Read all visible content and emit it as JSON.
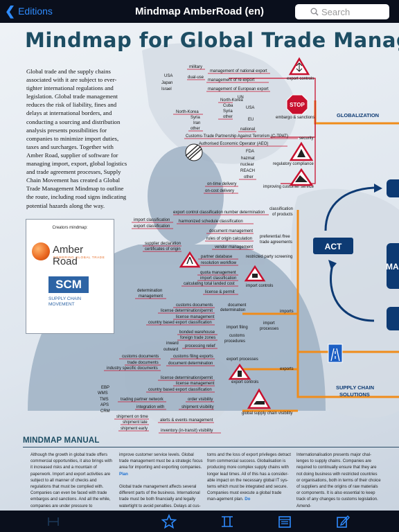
{
  "nav": {
    "back_label": "Editions",
    "title": "Mindmap AmberRoad (en)",
    "search_placeholder": "Search"
  },
  "page": {
    "title": "Mindmap for Global Trade Management",
    "intro": "Global trade and the supply chains associated with it are subject to ever-tighter international regulations and legislation. Global trade management reduces the risk of liability, fines and delays at international borders, and conducting a sourcing and distribution analysis presents possibilities for companies to minimize import duties, taxes and surcharges. Together with Amber Road, supplier of software for managing import, export, global logistics and trade agreement processes, Supply Chain Movement has created a Global Trade Management Mindmap to outline the route, including road signs indicating potential hazards along the way.",
    "creators": {
      "label": "Creators mindmap:",
      "amber_name": "Amber Road",
      "amber_tagline": "POWERING GLOBAL TRADE",
      "scm_abbrev": "SCM",
      "scm_line1": "SUPPLY CHAIN",
      "scm_line2": "MOVEMENT"
    }
  },
  "colors": {
    "orange": "#f08c1a",
    "red": "#c8102e",
    "navy": "#0d3a73",
    "title": "#1d4d63"
  },
  "mindmap": {
    "sections": {
      "globalization": "GLOBALIZATION",
      "supply_chain_line1": "SUPPLY CHAIN",
      "supply_chain_line2": "SOLUTIONS",
      "act": "ACT",
      "right_cut": "MA"
    },
    "export_controls_top": {
      "countries": [
        "USA",
        "Japan",
        "Israel"
      ],
      "items": [
        "military",
        "dual-use",
        "management of national export",
        "management of re-export",
        "management of European export"
      ],
      "sign_label": "export controls"
    },
    "embargo": {
      "bodies": [
        "UN",
        "USA",
        "EU"
      ],
      "countries": [
        "North-Korea",
        "Cuba",
        "Syria",
        "other"
      ],
      "countries_left": [
        "North-Korea",
        "Syria",
        "Iran",
        "other"
      ],
      "national": "national",
      "sign_text": "STOP",
      "sign_label": "embargo & sanctions"
    },
    "security": {
      "label": "security",
      "items": [
        "Customs-Trade Partnership Against Terrorism (C-TPAT)",
        "Authorised Economic Operator (AEO)"
      ]
    },
    "regulatory": {
      "items": [
        "FDA",
        "hazmat",
        "nuclear",
        "REACH",
        "other"
      ],
      "sign_label": "regulatory compliance"
    },
    "service": {
      "items": [
        "on-time delivery",
        "on-cost delivery"
      ],
      "sign_label": "improving customer service"
    },
    "classification": {
      "label_line1": "classification",
      "label_line2": "of products",
      "items": [
        "export control classification number determination",
        "import classification",
        "export classification",
        "harmonized schedule classification"
      ]
    },
    "trade_agreements": {
      "label_line1": "preferential /free",
      "label_line2": "trade agreements",
      "items": [
        "document management",
        "rules of origin calculation",
        "vendor management",
        "supplier declaration",
        "certificates of origin"
      ]
    },
    "screening": {
      "label": "restricted party screening",
      "items": [
        "partner database",
        "resolution workflow"
      ]
    },
    "import_controls": {
      "sign_label": "import controls",
      "items": [
        "quota management",
        "import classification",
        "calculating total landed cost",
        "license & permit"
      ]
    },
    "imports": {
      "label": "imports",
      "determination": "determination",
      "management": "management",
      "doc_det_line1": "document",
      "doc_det_line2": "determination",
      "items": [
        "customs documents",
        "license determination/permit",
        "license management",
        "country based export classification"
      ],
      "filing": "import filing",
      "processes_line1": "import",
      "processes_line2": "processes",
      "bonded": [
        "bonded warehouse",
        "foreign trade zones"
      ],
      "procedures_line1": "customs",
      "procedures_line2": "procedures",
      "inward": "inward",
      "outward": "outward",
      "relief": "processing relief"
    },
    "exports": {
      "label": "exports",
      "processes": "export processes",
      "docs": [
        "customs documents",
        "trade documents",
        "industry specific documents"
      ],
      "filing": "customs filing exports",
      "doc_det": "document determination",
      "controls_items": [
        "license determination/permit",
        "license management",
        "country based export classification"
      ],
      "controls_label": "export controls"
    },
    "visibility": {
      "systems": [
        "EBP",
        "WMS",
        "TMS",
        "APS",
        "CRM"
      ],
      "partner": "trading partner network",
      "integration": "integration with",
      "order": "order visibility",
      "shipment": "shipment visibility",
      "shipments": [
        "shipment on time",
        "shipment late",
        "shipment early"
      ],
      "alerts": "alerts & events management",
      "inventory": "inventory (in-transit) visibility",
      "sign_label": "global supply chain visibility"
    }
  },
  "manual": {
    "heading": "MINDMAP MANUAL",
    "col1": "Although the growth in global trade offers commercial opportunities, it also brings with it increased risks and a mountain of paperwork. Import and export activities are subject to all manner of checks and regulations that must be complied with. Companies can even be faced with trade embargos and sanctions. And all the while, companies are under pressure to",
    "col2": "improve customer service levels. Global trade management must be a strategic focus area for importing and exporting companies.",
    "col2_link": "Plan",
    "col2b": "Global trade management affects several different parts of the business. International trade must be both financially and legally watertight to avoid penalties. Delays at cus-",
    "col3": "toms and the loss of export privileges detract from commercial success. Globalisation is producing more complex supply chains with longer lead times. All of this has a consider-able impact on the necessary global IT sys-tems which must be integrated and secure. Companies must execute a global trade man-agement plan.",
    "col3_link": "Do",
    "col4": "Internationalisation presents major chal-lenges to supply chains. Companies are required to continually ensure that they are not doing business with restricted countries or organisations, both in terms of their choice of suppliers and the origins of raw materials or components. It is also essential to keep track of any changes to customs legislation. Amend-"
  },
  "toolbar": {
    "icons": [
      "text-size-icon",
      "star-icon",
      "columns-icon",
      "calendar-icon",
      "edit-icon"
    ]
  }
}
